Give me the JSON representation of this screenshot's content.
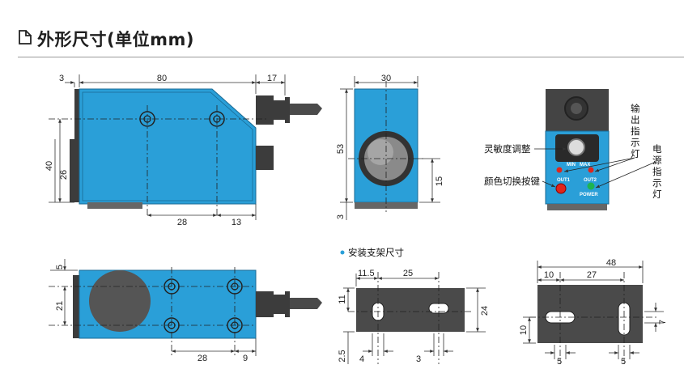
{
  "title": "外形尺寸(单位mm)",
  "colors": {
    "body": "#2a9fd8",
    "dark": "#3c3c3c",
    "grey": "#7a7a7a",
    "line": "#333333"
  },
  "side_view": {
    "w": "80",
    "tail": "3",
    "cable": "17",
    "h": "40",
    "h2": "26",
    "a": "28",
    "b": "13"
  },
  "front_view": {
    "w": "30",
    "h": "53",
    "h2": "15",
    "h3": "3"
  },
  "panel": {
    "labels": {
      "sens": "灵敏度调整",
      "color": "颜色切换按键",
      "out": "输出指示灯",
      "power": "电源指示灯"
    },
    "knob": {
      "min": "MIN",
      "max": "MAX"
    },
    "led": {
      "out1": "OUT1",
      "out2": "OUT2",
      "power": "POWER"
    }
  },
  "bottom_view": {
    "a": "5",
    "b": "21",
    "c": "28",
    "d": "9"
  },
  "bracket": {
    "title": "安装支架尺寸",
    "b1": {
      "a": "11.5",
      "b": "25",
      "c": "11",
      "d": "24",
      "e": "2.5",
      "f": "4",
      "g": "3"
    },
    "b2": {
      "a": "48",
      "b": "10",
      "c": "27",
      "d": "10",
      "e": "7",
      "f": "5",
      "g": "5"
    }
  }
}
